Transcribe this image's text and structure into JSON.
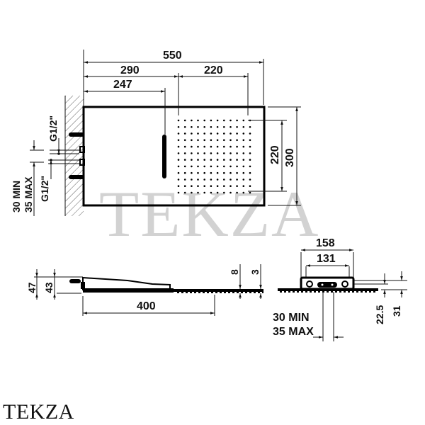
{
  "watermark": "TEKZA",
  "brand": "TEKZA",
  "colors": {
    "line": "#111111",
    "watermark": "#d2d2d2",
    "background": "#ffffff"
  },
  "top_view": {
    "width_total": "550",
    "width_left": "290",
    "width_right": "220",
    "width_slot": "247",
    "height_total": "300",
    "height_nozzles": "220",
    "pipe_label_top": "G1/2\"",
    "pipe_label_bottom": "G1/2\"",
    "wall_min": "30 MIN",
    "wall_max": "35 MAX",
    "nozzle_grid": {
      "columns": 12,
      "rows": 12
    }
  },
  "side_view": {
    "height_total": "47",
    "height_body": "43",
    "length": "400",
    "thickness_plate": "8",
    "thickness_edge": "3"
  },
  "end_view": {
    "width_outer": "158",
    "width_inner": "131",
    "height_body": "22.5",
    "height_total": "31",
    "wall_min": "30 MIN",
    "wall_max": "35 MAX"
  }
}
